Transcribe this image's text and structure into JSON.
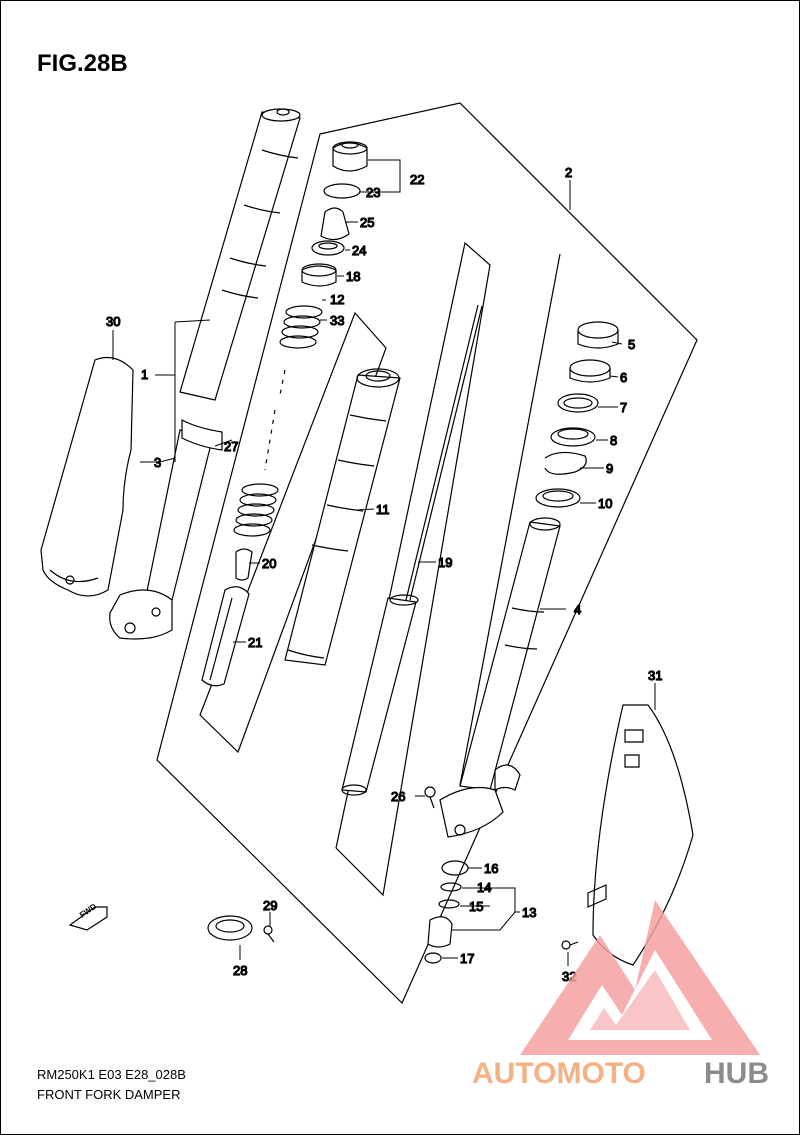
{
  "figure": {
    "title": "FIG.28B"
  },
  "caption": {
    "code": "RM250K1 E03 E28_028B",
    "name": "FRONT FORK DAMPER"
  },
  "fwd_label": "FWD",
  "watermark": {
    "text_orange": "AUTOMOTO",
    "text_gray": "HUB",
    "icon": "triangle-logo-icon"
  },
  "part_labels": {
    "p1": "1",
    "p2": "2",
    "p3": "3",
    "p4": "4",
    "p5": "5",
    "p6": "6",
    "p7": "7",
    "p8": "8",
    "p9": "9",
    "p10": "10",
    "p11": "11",
    "p12": "12",
    "p13": "13",
    "p14": "14",
    "p15": "15",
    "p16": "16",
    "p17": "17",
    "p18": "18",
    "p19": "19",
    "p20": "20",
    "p21": "21",
    "p22": "22",
    "p23": "23",
    "p24": "24",
    "p25": "25",
    "p26": "26",
    "p27": "27",
    "p28": "28",
    "p29": "29",
    "p30": "30",
    "p31": "31",
    "p32": "32",
    "p33": "33"
  },
  "colors": {
    "line": "#000000",
    "watermark_orange": "#f5b183",
    "watermark_gray": "#8c8c8c",
    "watermark_red": "#f4a0a0"
  }
}
